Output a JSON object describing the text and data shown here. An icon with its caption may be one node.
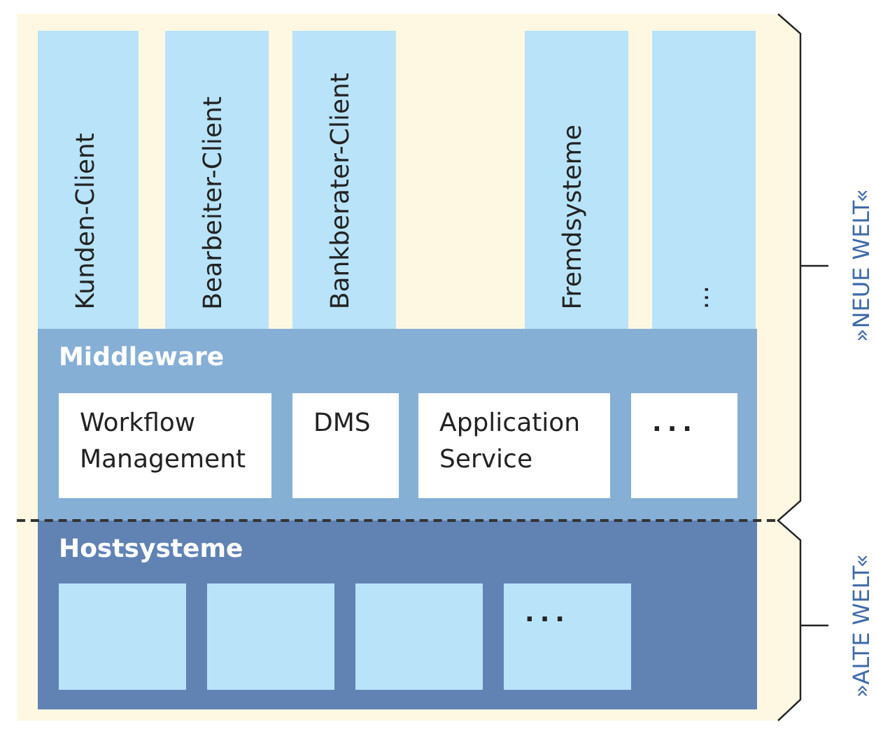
{
  "diagram": {
    "nodes": [
      {
        "text": [
          "Kunden-Client"
        ]
      },
      {
        "text": [
          "Bearbeiter-Client"
        ]
      },
      {
        "text": [
          "Bankberater-Client"
        ]
      },
      {
        "text": [
          "Fremdsysteme"
        ]
      },
      {
        "text": [
          "..."
        ]
      },
      {
        "text": [
          "Middleware"
        ]
      },
      {
        "text": [
          "Workflow Management"
        ],
        "in": 5
      },
      {
        "text": [
          "DMS"
        ],
        "in": 5
      },
      {
        "text": [
          "Application Service"
        ],
        "in": 5
      },
      {
        "text": [
          "..."
        ],
        "in": 5
      },
      {
        "text": [
          "Hostsysteme"
        ]
      },
      {
        "text": [],
        "shape": "box",
        "in": 10
      },
      {
        "text": [],
        "shape": "box",
        "in": 10
      },
      {
        "text": [],
        "shape": "box",
        "in": 10
      },
      {
        "text": [
          "..."
        ],
        "in": 10
      }
    ],
    "edges": [],
    "labels": [
      "»NEUE WELT«",
      "»ALTE WELT«"
    ]
  }
}
